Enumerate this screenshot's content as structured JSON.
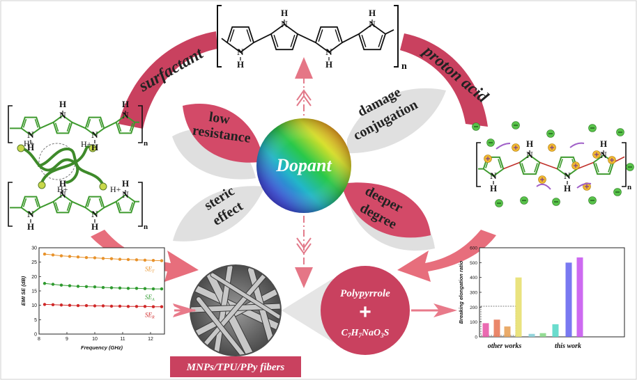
{
  "top_molecule": {
    "repeat": "n",
    "nh_label": "N",
    "h_label": "H"
  },
  "left_label": "surfactant",
  "right_label": "proton acid",
  "center": {
    "label": "Dopant"
  },
  "petals": {
    "top_left": [
      "low",
      "resistance"
    ],
    "top_right": [
      "damage",
      "conjugation"
    ],
    "bottom_left": [
      "steric",
      "effect"
    ],
    "bottom_right": [
      "deeper",
      "degree"
    ]
  },
  "left_molecule": {
    "repeat": "n",
    "h_plus": "H+",
    "n_label": "N",
    "h_label": "H"
  },
  "right_molecule": {
    "repeat": "n",
    "n_label": "N",
    "h_label": "H"
  },
  "composite": {
    "name": "Polypyrrole",
    "plus": "+",
    "formula": "C7H7NaO3S"
  },
  "fiber_label": "MNPs/TPU/PPy fibers",
  "emi_chart": {
    "ylabel": "EMI SE (dB)",
    "xlabel": "Frequency (GHz)",
    "series_labels": [
      "SE_T",
      "SE_A",
      "SE_R"
    ]
  },
  "elong_chart": {
    "ylabel": "Breaking elongation ratio",
    "group_labels": [
      "other works",
      "this work"
    ]
  },
  "colors": {
    "accent": "#c8435e",
    "green": "#3e9a2e",
    "gray": "#dedede"
  },
  "chart_data": [
    {
      "type": "line",
      "title": "",
      "xlabel": "Frequency (GHz)",
      "ylabel": "EMI SE (dB)",
      "xlim": [
        8,
        12.5
      ],
      "ylim": [
        0,
        30
      ],
      "x_ticks": [
        8,
        9,
        10,
        11,
        12
      ],
      "y_ticks": [
        0,
        5,
        10,
        15,
        20,
        25,
        30
      ],
      "x": [
        8.2,
        8.5,
        8.8,
        9.1,
        9.4,
        9.7,
        10.0,
        10.3,
        10.6,
        10.9,
        11.2,
        11.5,
        11.8,
        12.1,
        12.4
      ],
      "series": [
        {
          "name": "SE_T",
          "color": "#e8922a",
          "values": [
            27.8,
            27.5,
            27.2,
            27.0,
            26.8,
            26.6,
            26.5,
            26.3,
            26.2,
            26.0,
            25.9,
            25.8,
            25.7,
            25.6,
            25.5
          ]
        },
        {
          "name": "SE_A",
          "color": "#2e9a2e",
          "values": [
            17.6,
            17.3,
            17.0,
            16.8,
            16.6,
            16.5,
            16.4,
            16.2,
            16.1,
            16.0,
            15.9,
            15.9,
            15.8,
            15.7,
            15.7
          ]
        },
        {
          "name": "SE_R",
          "color": "#d02828",
          "values": [
            10.3,
            10.2,
            10.1,
            10.0,
            9.9,
            9.9,
            9.8,
            9.8,
            9.7,
            9.7,
            9.6,
            9.6,
            9.6,
            9.5,
            9.5
          ]
        }
      ]
    },
    {
      "type": "bar",
      "title": "",
      "xlabel": "",
      "ylabel": "Breaking elongation ratio",
      "ylim": [
        0,
        600
      ],
      "y_ticks": [
        0,
        100,
        200,
        300,
        400,
        500,
        600
      ],
      "groups": [
        "other works",
        "this work"
      ],
      "values": [
        92,
        116,
        70,
        400,
        20,
        25,
        85,
        500,
        535
      ],
      "group_index": [
        0,
        0,
        0,
        0,
        0,
        0,
        1,
        1,
        1
      ],
      "colors": [
        "#e85aa8",
        "#e87a5a",
        "#e8a25a",
        "#e8e070",
        "#8ad0d8",
        "#8ad88a",
        "#5ad8c8",
        "#6a6af0",
        "#c85af0"
      ]
    }
  ]
}
